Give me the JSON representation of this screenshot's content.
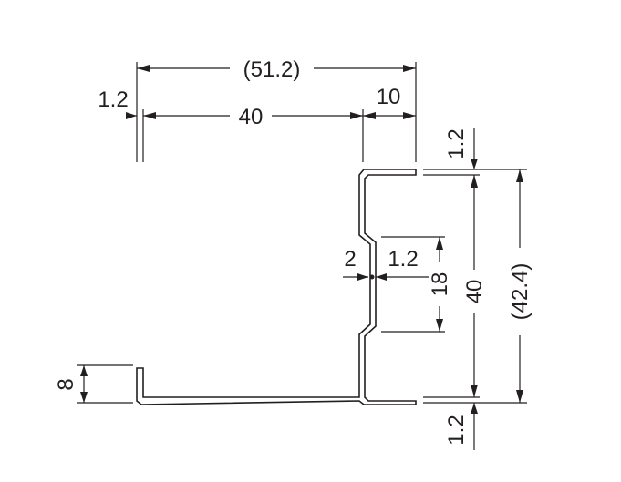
{
  "diagram": {
    "line_color": "#231f20",
    "dimensions": {
      "overall_width": "(51.2)",
      "thickness_left": "1.2",
      "inner_width": "40",
      "flange_width": "10",
      "thickness_top": "1.2",
      "notch_depth": "2",
      "notch_thickness": "1.2",
      "notch_height": "18",
      "inner_height": "40",
      "overall_height": "(42.4)",
      "lip_height": "8",
      "thickness_bottom": "1.2"
    }
  }
}
